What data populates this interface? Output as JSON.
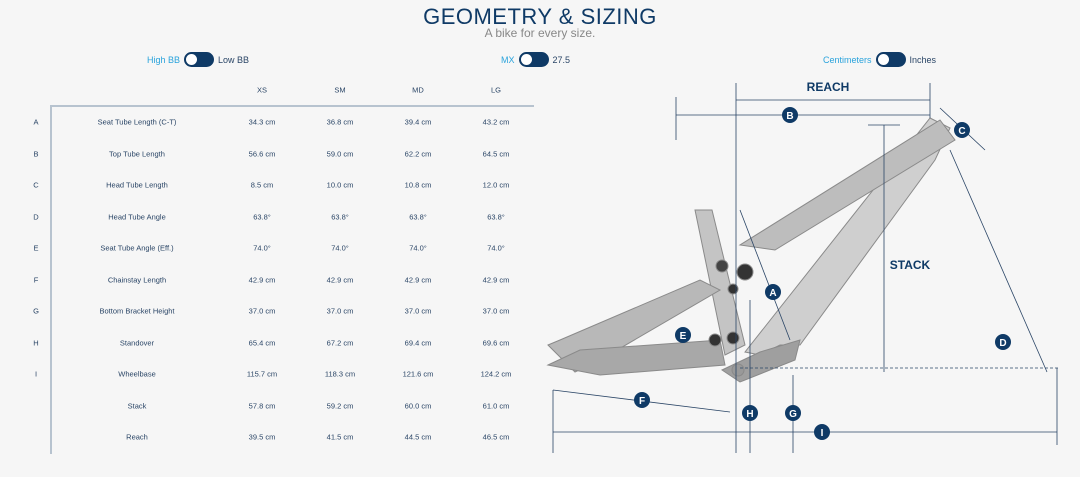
{
  "header": {
    "title": "GEOMETRY & SIZING",
    "subtitle": "A bike for every size."
  },
  "toggles": [
    {
      "left": "High BB",
      "right": "Low BB",
      "state": "left"
    },
    {
      "left": "MX",
      "right": "27.5",
      "state": "left"
    },
    {
      "left": "Centimeters",
      "right": "Inches",
      "state": "left"
    }
  ],
  "table": {
    "columns": [
      "XS",
      "SM",
      "MD",
      "LG"
    ],
    "rows": [
      {
        "letter": "A",
        "label": "Seat Tube Length (C-T)",
        "values": [
          "34.3 cm",
          "36.8 cm",
          "39.4 cm",
          "43.2 cm"
        ]
      },
      {
        "letter": "B",
        "label": "Top Tube Length",
        "values": [
          "56.6 cm",
          "59.0 cm",
          "62.2 cm",
          "64.5 cm"
        ]
      },
      {
        "letter": "C",
        "label": "Head Tube Length",
        "values": [
          "8.5 cm",
          "10.0 cm",
          "10.8 cm",
          "12.0 cm"
        ]
      },
      {
        "letter": "D",
        "label": "Head Tube Angle",
        "values": [
          "63.8°",
          "63.8°",
          "63.8°",
          "63.8°"
        ]
      },
      {
        "letter": "E",
        "label": "Seat Tube Angle (Eff.)",
        "values": [
          "74.0°",
          "74.0°",
          "74.0°",
          "74.0°"
        ]
      },
      {
        "letter": "F",
        "label": "Chainstay Length",
        "values": [
          "42.9 cm",
          "42.9 cm",
          "42.9 cm",
          "42.9 cm"
        ]
      },
      {
        "letter": "G",
        "label": "Bottom Bracket Height",
        "values": [
          "37.0 cm",
          "37.0 cm",
          "37.0 cm",
          "37.0 cm"
        ]
      },
      {
        "letter": "H",
        "label": "Standover",
        "values": [
          "65.4 cm",
          "67.2 cm",
          "69.4 cm",
          "69.6 cm"
        ]
      },
      {
        "letter": "I",
        "label": "Wheelbase",
        "values": [
          "115.7 cm",
          "118.3 cm",
          "121.6 cm",
          "124.2 cm"
        ]
      },
      {
        "letter": "",
        "label": "Stack",
        "values": [
          "57.8 cm",
          "59.2 cm",
          "60.0 cm",
          "61.0 cm"
        ]
      },
      {
        "letter": "",
        "label": "Reach",
        "values": [
          "39.5 cm",
          "41.5 cm",
          "44.5 cm",
          "46.5 cm"
        ]
      }
    ]
  },
  "diagram": {
    "reach_label": "REACH",
    "stack_label": "STACK",
    "markers": [
      "A",
      "B",
      "C",
      "D",
      "E",
      "F",
      "G",
      "H",
      "I"
    ]
  },
  "colors": {
    "navy": "#0f3a66",
    "accent": "#2aa3dc"
  }
}
